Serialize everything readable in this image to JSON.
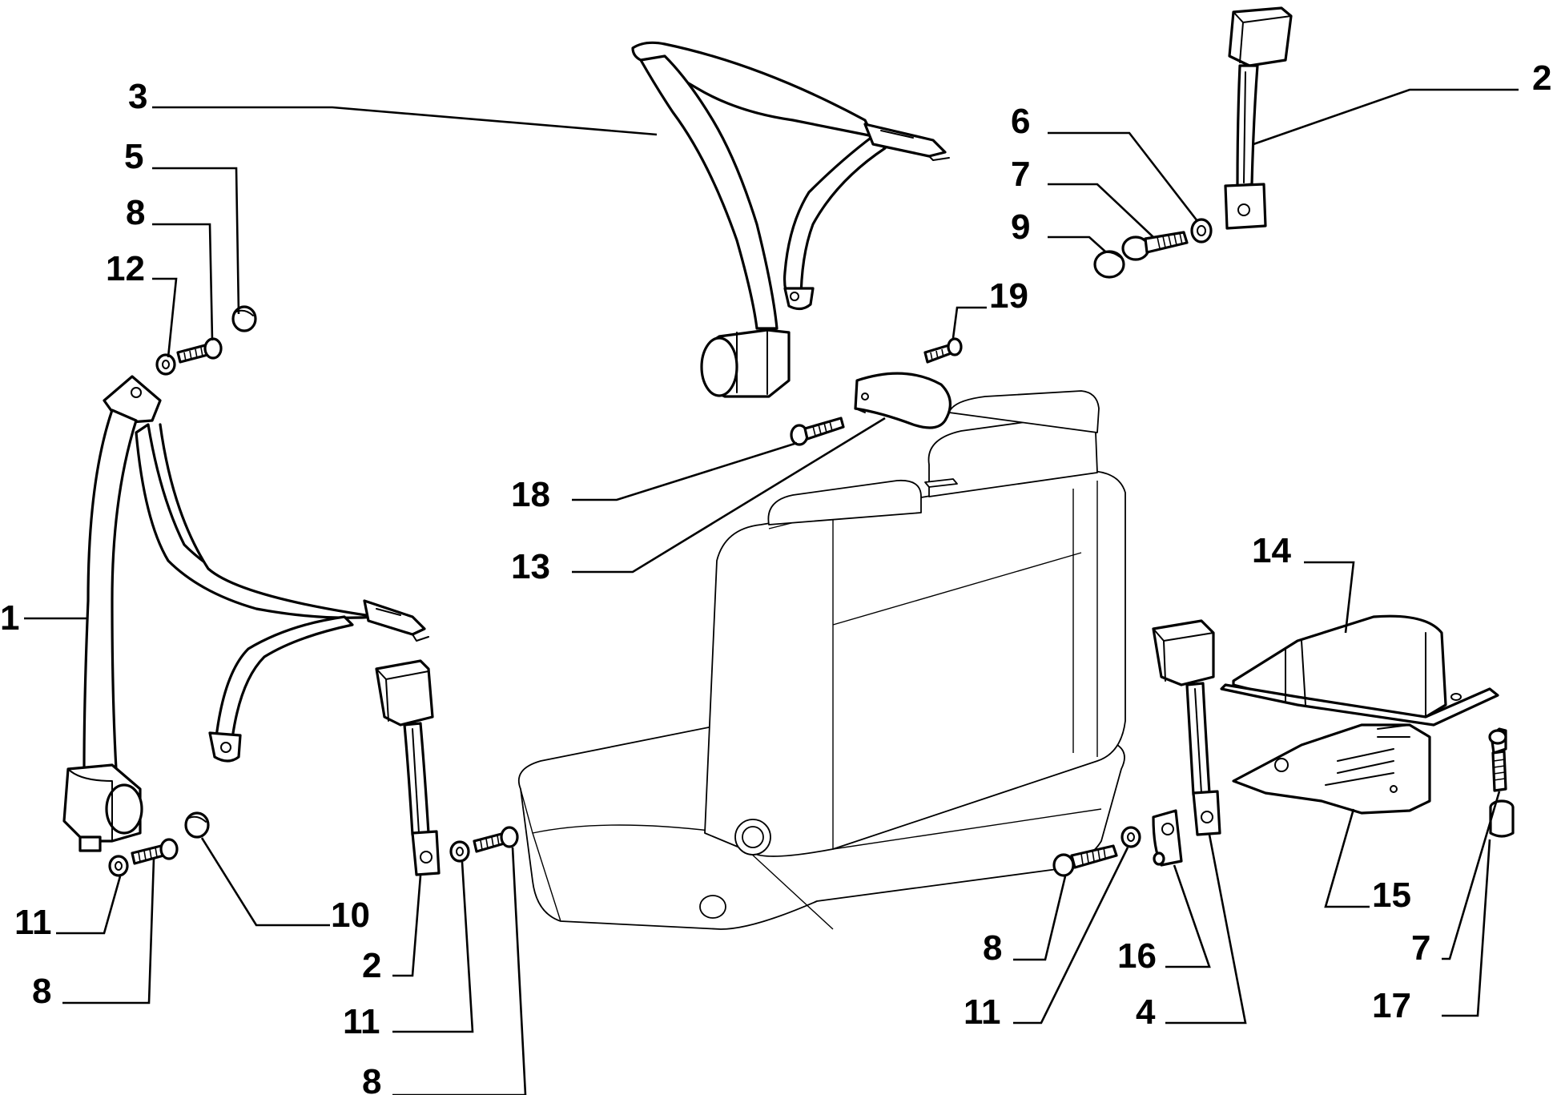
{
  "colors": {
    "background": "#ffffff",
    "ink": "#000000"
  },
  "callouts": [
    {
      "id": "c1",
      "label": "1"
    },
    {
      "id": "c2a",
      "label": "2"
    },
    {
      "id": "c3",
      "label": "3"
    },
    {
      "id": "c5",
      "label": "5"
    },
    {
      "id": "c8a",
      "label": "8"
    },
    {
      "id": "c12",
      "label": "12"
    },
    {
      "id": "c6",
      "label": "6"
    },
    {
      "id": "c7a",
      "label": "7"
    },
    {
      "id": "c9",
      "label": "9"
    },
    {
      "id": "c19",
      "label": "19"
    },
    {
      "id": "c18",
      "label": "18"
    },
    {
      "id": "c13",
      "label": "13"
    },
    {
      "id": "c14",
      "label": "14"
    },
    {
      "id": "c15",
      "label": "15"
    },
    {
      "id": "c11a",
      "label": "11"
    },
    {
      "id": "c8b",
      "label": "8"
    },
    {
      "id": "c10",
      "label": "10"
    },
    {
      "id": "c2b",
      "label": "2"
    },
    {
      "id": "c11b",
      "label": "11"
    },
    {
      "id": "c8c",
      "label": "8"
    },
    {
      "id": "c8d",
      "label": "8"
    },
    {
      "id": "c16",
      "label": "16"
    },
    {
      "id": "c11c",
      "label": "11"
    },
    {
      "id": "c4",
      "label": "4"
    },
    {
      "id": "c7b",
      "label": "7"
    },
    {
      "id": "c17",
      "label": "17"
    }
  ]
}
